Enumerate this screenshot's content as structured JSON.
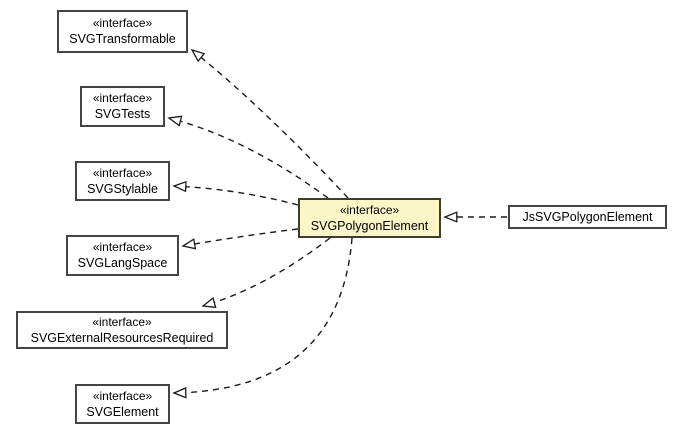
{
  "diagram": {
    "kind": "uml-class-diagram",
    "colors": {
      "background": "#ffffff",
      "node_fill": "#ffffff",
      "highlight_fill": "#fbf6c8",
      "border": "#454545",
      "edge_line": "#1a1a1a",
      "text": "#000000"
    },
    "nodes": [
      {
        "stereotype": "«interface»",
        "name": "SVGTransformable"
      },
      {
        "stereotype": "«interface»",
        "name": "SVGTests"
      },
      {
        "stereotype": "«interface»",
        "name": "SVGStylable"
      },
      {
        "stereotype": "«interface»",
        "name": "SVGLangSpace"
      },
      {
        "stereotype": "«interface»",
        "name": "SVGExternalResourcesRequired"
      },
      {
        "stereotype": "«interface»",
        "name": "SVGElement"
      },
      {
        "stereotype": "«interface»",
        "name": "SVGPolygonElement",
        "highlighted": true
      },
      {
        "name": "JsSVGPolygonElement"
      }
    ],
    "edges": [
      {
        "from": "SVGPolygonElement",
        "to": "SVGTransformable",
        "style": "dashed",
        "arrowhead": "hollow-triangle"
      },
      {
        "from": "SVGPolygonElement",
        "to": "SVGTests",
        "style": "dashed",
        "arrowhead": "hollow-triangle"
      },
      {
        "from": "SVGPolygonElement",
        "to": "SVGStylable",
        "style": "dashed",
        "arrowhead": "hollow-triangle"
      },
      {
        "from": "SVGPolygonElement",
        "to": "SVGLangSpace",
        "style": "dashed",
        "arrowhead": "hollow-triangle"
      },
      {
        "from": "SVGPolygonElement",
        "to": "SVGExternalResourcesRequired",
        "style": "dashed",
        "arrowhead": "hollow-triangle"
      },
      {
        "from": "SVGPolygonElement",
        "to": "SVGElement",
        "style": "dashed",
        "arrowhead": "hollow-triangle"
      },
      {
        "from": "JsSVGPolygonElement",
        "to": "SVGPolygonElement",
        "style": "dashed",
        "arrowhead": "hollow-triangle"
      }
    ]
  }
}
